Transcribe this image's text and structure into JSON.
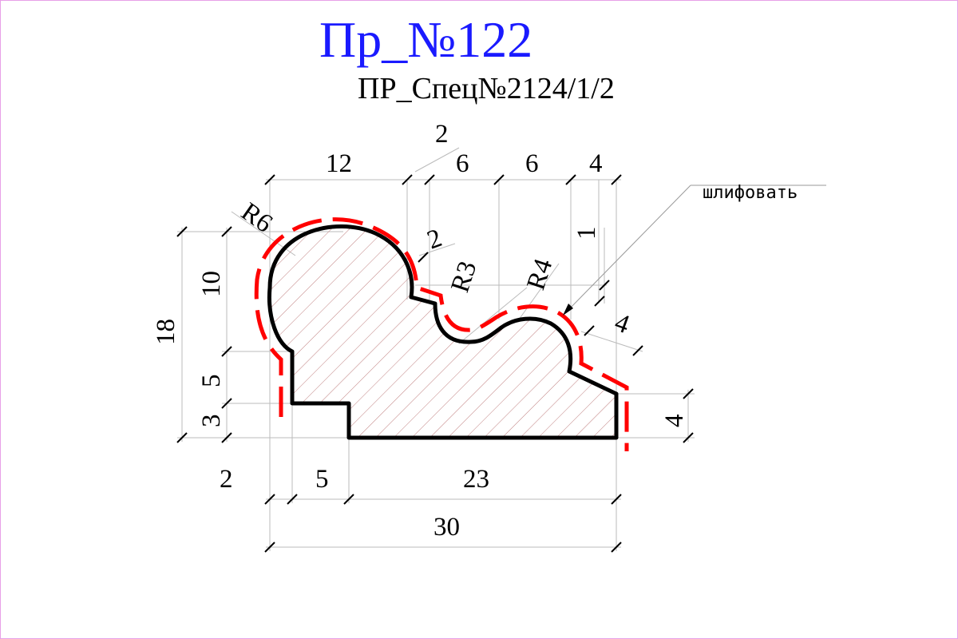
{
  "title": "Пр_№122",
  "subtitle": "ПР_Спец№2124/1/2",
  "note": "шлифовать",
  "colors": {
    "title": "#1a1aff",
    "finish_line": "#ff0000",
    "profile": "#000000",
    "hatch": "#c08080"
  },
  "dims": {
    "top_12": "12",
    "top_2": "2",
    "top_6a": "6",
    "top_6b": "6",
    "top_4": "4",
    "left_18": "18",
    "left_10": "10",
    "left_5": "5",
    "left_3": "3",
    "bottom_2": "2",
    "bottom_5": "5",
    "bottom_23": "23",
    "bottom_30": "30",
    "right_4": "4",
    "right_1": "1",
    "slant_4": "4",
    "slant_2": "2",
    "r6": "R6",
    "r3": "R3",
    "r4": "R4"
  }
}
